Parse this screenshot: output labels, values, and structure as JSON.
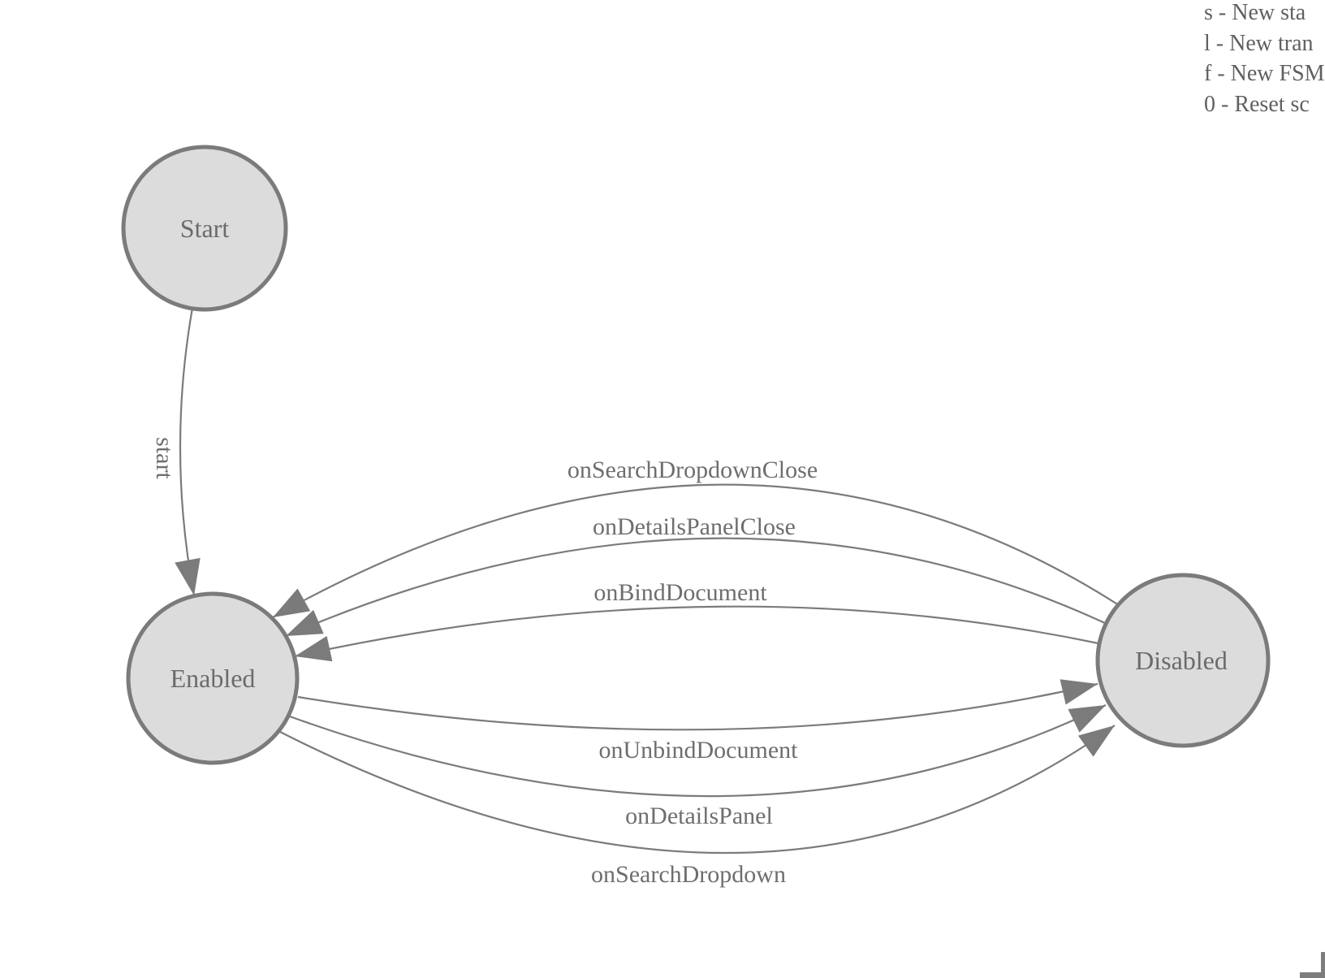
{
  "legend": {
    "lines": [
      "s - New sta",
      "l - New tran",
      "f - New FSM",
      "0 - Reset sc"
    ]
  },
  "states": [
    {
      "label": "Start"
    },
    {
      "label": "Enabled"
    },
    {
      "label": "Disabled"
    }
  ],
  "transitions": [
    {
      "label": "start",
      "from": "Start",
      "to": "Enabled"
    },
    {
      "label": "onSearchDropdownClose",
      "from": "Disabled",
      "to": "Enabled"
    },
    {
      "label": "onDetailsPanelClose",
      "from": "Disabled",
      "to": "Enabled"
    },
    {
      "label": "onBindDocument",
      "from": "Disabled",
      "to": "Enabled"
    },
    {
      "label": "onUnbindDocument",
      "from": "Enabled",
      "to": "Disabled"
    },
    {
      "label": "onDetailsPanel",
      "from": "Enabled",
      "to": "Disabled"
    },
    {
      "label": "onSearchDropdown",
      "from": "Enabled",
      "to": "Disabled"
    }
  ],
  "colors": {
    "state_fill": "#dcdcdc",
    "state_stroke": "#7b7b7b",
    "edge_stroke": "#7b7b7b",
    "text": "#6b6b6b"
  }
}
